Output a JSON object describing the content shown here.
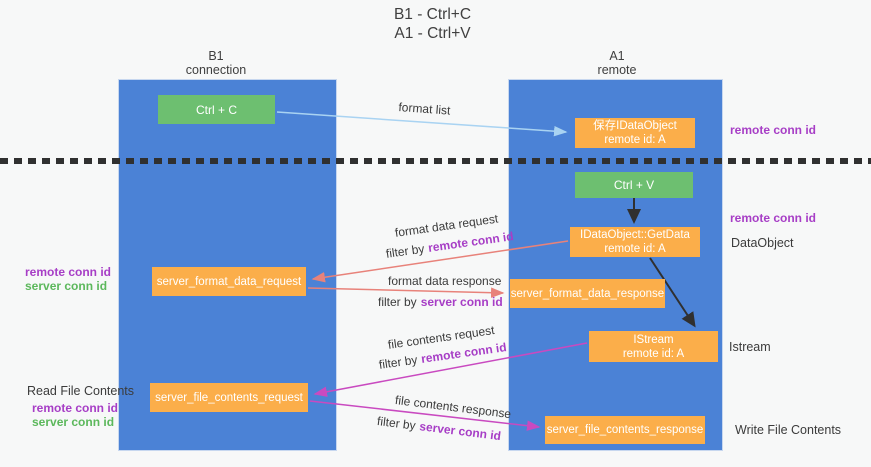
{
  "title": {
    "line1": "B1 - Ctrl+C",
    "line2": "A1 - Ctrl+V"
  },
  "lanes": {
    "left": {
      "title": "B1",
      "subtitle": "connection"
    },
    "right": {
      "title": "A1",
      "subtitle": "remote"
    }
  },
  "boxes": {
    "ctrl_c": {
      "label": "Ctrl + C"
    },
    "ctrl_v": {
      "label": "Ctrl + V"
    },
    "save_dataobject": {
      "line1": "保存IDataObject",
      "line2": "remote id: A"
    },
    "getdata": {
      "line1": "IDataObject::GetData",
      "line2": "remote id: A"
    },
    "istream": {
      "line1": "IStream",
      "line2": "remote id: A"
    },
    "server_format_data_request": {
      "label": "server_format_data_request"
    },
    "server_format_data_response": {
      "label": "server_format_data_response"
    },
    "server_file_contents_request": {
      "label": "server_file_contents_request"
    },
    "server_file_contents_response": {
      "label": "server_file_contents_response"
    }
  },
  "annotations": {
    "right_remote_conn_id_top": "remote conn id",
    "right_remote_conn_id_mid": "remote conn id",
    "right_dataobject": "DataObject",
    "right_istream": "Istream",
    "right_write_file_contents": "Write File Contents",
    "left_remote_conn_id_1": "remote conn id",
    "left_server_conn_id_1": "server conn id",
    "left_read_file_contents": "Read File Contents",
    "left_remote_conn_id_2": "remote conn id",
    "left_server_conn_id_2": "server conn id"
  },
  "arrows": {
    "format_list": {
      "label": "format list"
    },
    "format_data_request": {
      "label": "format data request",
      "filter_prefix": "filter by",
      "filter_key": "remote conn id"
    },
    "format_data_response": {
      "label": "format data response",
      "filter_prefix": "filter by",
      "filter_key": "server conn id"
    },
    "file_contents_request": {
      "label": "file contents request",
      "filter_prefix": "filter by",
      "filter_key": "remote conn id"
    },
    "file_contents_response": {
      "label": "file contents response",
      "filter_prefix": "filter by",
      "filter_key": "server conn id"
    }
  },
  "colors": {
    "lane_blue": "#4b82d6",
    "box_green": "#6dbf70",
    "box_orange": "#fbae4a",
    "text_purple": "#a73ec6",
    "text_green": "#5cb85c",
    "arrow_lightblue": "#a9d3f2",
    "arrow_salmon": "#e8827a",
    "arrow_magenta": "#c94ac0",
    "arrow_black": "#333333",
    "background": "#f7f8f8"
  }
}
